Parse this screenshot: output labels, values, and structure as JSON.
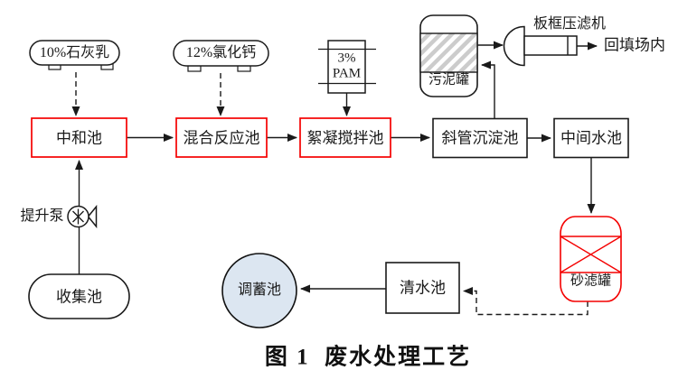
{
  "figure": {
    "caption": "图 1  废水处理工艺"
  },
  "colors": {
    "line_black": "#1a1a1a",
    "box_red": "#f40000",
    "regulating_fill": "#dce6f1",
    "hatch_gray": "#cccccc"
  },
  "nodes": {
    "lime_tank": {
      "label": "10%石灰乳"
    },
    "cacl2_tank": {
      "label": "12%氯化钙"
    },
    "pam_tank": {
      "line1": "3%",
      "line2": "PAM"
    },
    "neutralization": {
      "label": "中和池"
    },
    "mixing": {
      "label": "混合反应池"
    },
    "flocculation": {
      "label": "絮凝搅拌池"
    },
    "sedimentation": {
      "label": "斜管沉淀池"
    },
    "intermediate": {
      "label": "中间水池"
    },
    "sludge_tank": {
      "label": "污泥罐"
    },
    "filter_press": {
      "label": "板框压滤机"
    },
    "backfill": {
      "label": "回填场内"
    },
    "sand_filter": {
      "label": "砂滤罐"
    },
    "clear_water": {
      "label": "清水池"
    },
    "regulating": {
      "label": "调蓄池"
    },
    "collection": {
      "label": "收集池"
    },
    "lift_pump": {
      "label": "提升泵"
    }
  }
}
